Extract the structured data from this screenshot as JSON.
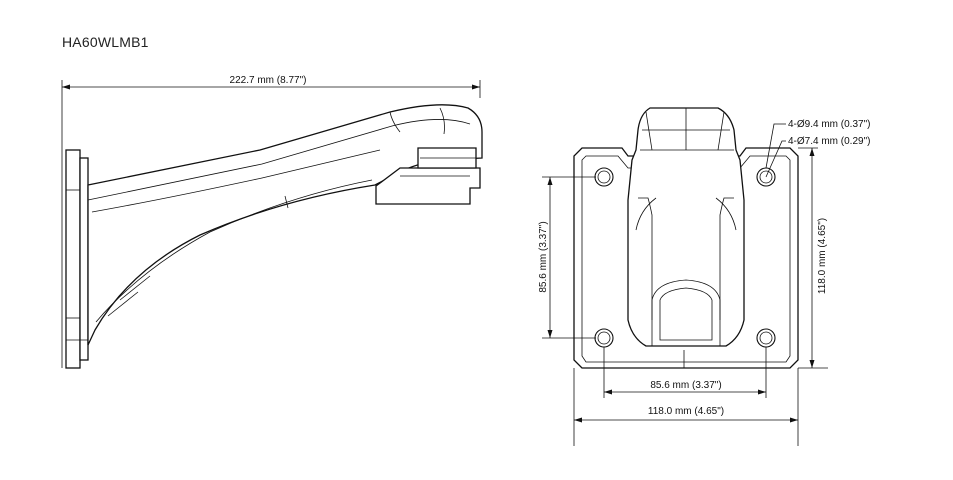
{
  "title": "HA60WLMB1",
  "side_view": {
    "length_label": "222.7 mm (8.77\")"
  },
  "front_view": {
    "hole_large_label": "4-Ø9.4 mm (0.37\")",
    "hole_small_label": "4-Ø7.4 mm (0.29\")",
    "left_vertical_label": "85.6 mm (3.37\")",
    "right_vertical_label": "118.0 mm (4.65\")",
    "inner_horizontal_label": "85.6 mm (3.37\")",
    "outer_horizontal_label": "118.0 mm (4.65\")"
  },
  "colors": {
    "line": "#111111",
    "text": "#222222",
    "background": "#ffffff"
  }
}
